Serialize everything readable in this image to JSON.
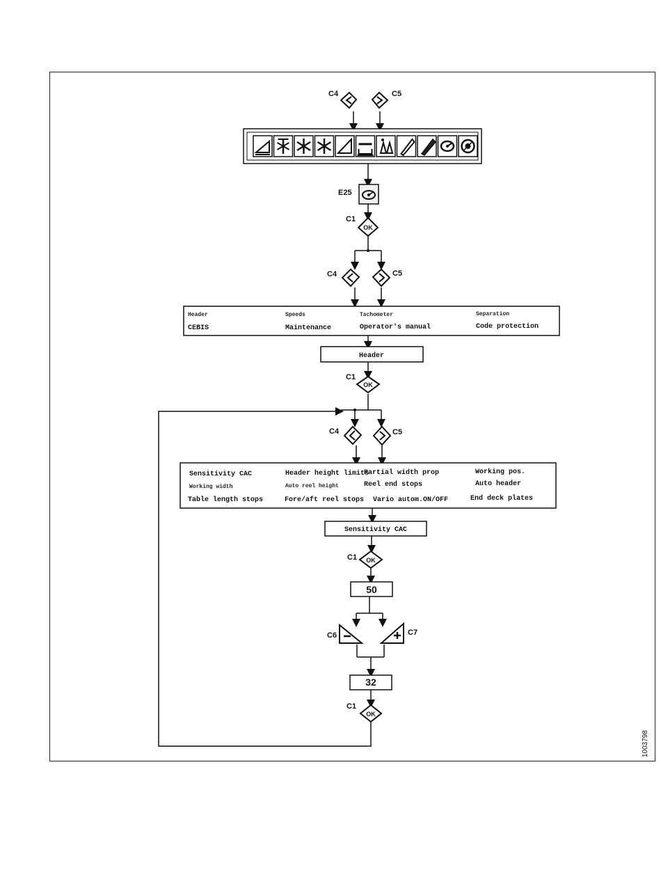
{
  "figure_id": "1003798",
  "keys": {
    "c1": "C1",
    "c4": "C4",
    "c5": "C5",
    "c6": "C6",
    "c7": "C7",
    "e25": "E25",
    "ok": "OK"
  },
  "icon_bar": {
    "icons": [
      "header-icon",
      "reel-icon",
      "asterisk-icon",
      "asterisk-icon",
      "ramp-icon",
      "sieve-icon",
      "spray-icon",
      "pencil-icon",
      "pencil-filled-icon",
      "gauge-icon",
      "settings-icon"
    ]
  },
  "main_menu": {
    "row1": [
      "Header",
      "Speeds",
      "Tachometer",
      "Separation"
    ],
    "row2": [
      "CEBIS",
      "Maintenance",
      "Operator's manual",
      "Code protection"
    ]
  },
  "header_box": "Header",
  "header_menu": {
    "row1": [
      "Sensitivity CAC",
      "Header height limits",
      "Partial width prop",
      "Working pos."
    ],
    "row2": [
      "Working width",
      "Auto reel height",
      "Reel end stops",
      "Auto header"
    ],
    "row3": [
      "Table length stops",
      "Fore/aft reel stops",
      "Vario autom.ON/OFF",
      "End deck plates"
    ]
  },
  "sensitivity_box": "Sensitivity CAC",
  "value_initial": "50",
  "value_final": "32"
}
